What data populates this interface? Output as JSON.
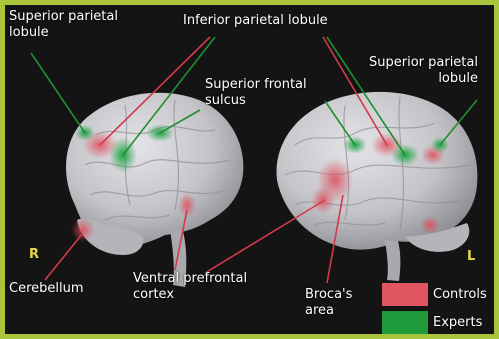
{
  "labels": {
    "superior_parietal_left": "Superior parietal\nlobule",
    "inferior_parietal": "Inferior parietal lobule",
    "superior_frontal": "Superior frontal\nsulcus",
    "superior_parietal_right": "Superior parietal\nlobule",
    "cerebellum": "Cerebellum",
    "ventral_prefrontal": "Ventral prefrontal\ncortex",
    "broca": "Broca's\narea"
  },
  "hemispheres": {
    "right_brain": "R",
    "left_brain": "L"
  },
  "legend": {
    "items": [
      {
        "label": "Controls",
        "color": "#e0555f"
      },
      {
        "label": "Experts",
        "color": "#1f9a3a"
      }
    ]
  },
  "colors": {
    "frame": "#a9c33a",
    "background": "#141414",
    "brain": "#c9c9cd",
    "controls_line": "#d23a4a",
    "experts_line": "#1e8f2f"
  }
}
